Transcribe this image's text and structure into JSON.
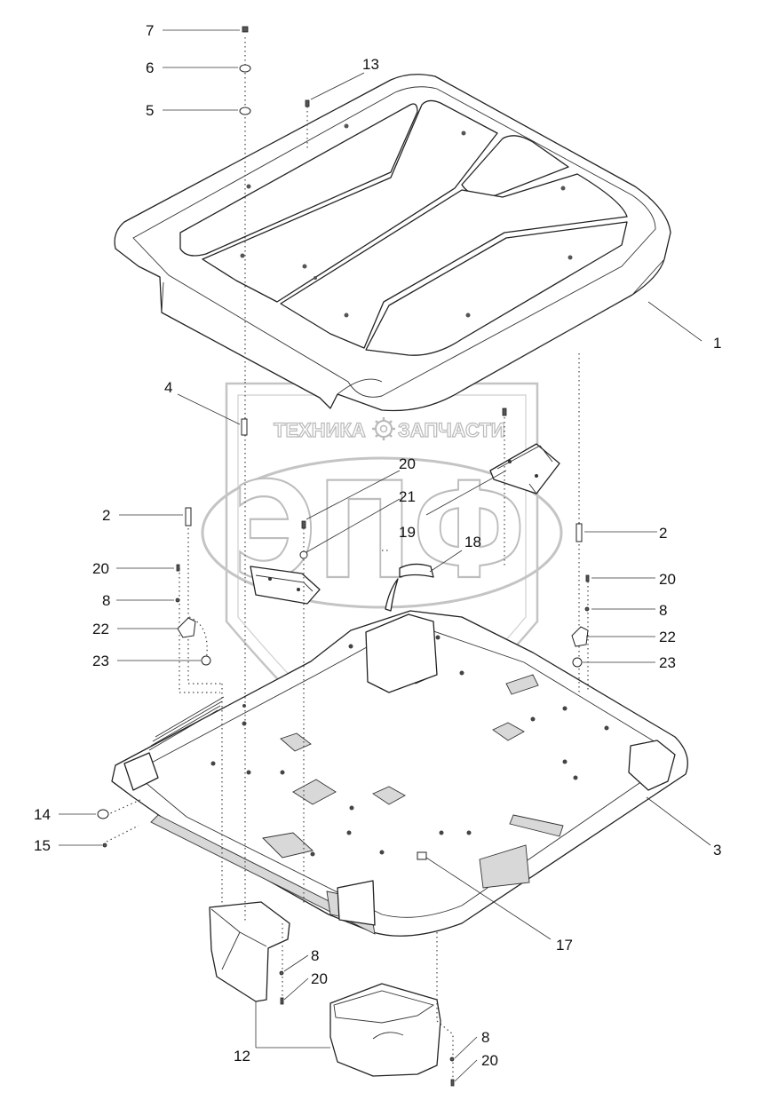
{
  "watermark": {
    "left_word": "ТЕХНИКА",
    "right_word": "ЗАПЧАСТИ",
    "logo_letters": "ЭПФ"
  },
  "callouts": [
    {
      "text": "7"
    },
    {
      "text": "6"
    },
    {
      "text": "13"
    },
    {
      "text": "5"
    },
    {
      "text": "1"
    },
    {
      "text": "4"
    },
    {
      "text": "20"
    },
    {
      "text": "21"
    },
    {
      "text": "2"
    },
    {
      "text": "19"
    },
    {
      "text": "2"
    },
    {
      "text": "18"
    },
    {
      "text": "20"
    },
    {
      "text": "20"
    },
    {
      "text": "8"
    },
    {
      "text": "8"
    },
    {
      "text": "22"
    },
    {
      "text": "22"
    },
    {
      "text": "23"
    },
    {
      "text": "23"
    },
    {
      "text": "14"
    },
    {
      "text": "3"
    },
    {
      "text": "15"
    },
    {
      "text": "17"
    },
    {
      "text": "8"
    },
    {
      "text": "20"
    },
    {
      "text": "8"
    },
    {
      "text": "12"
    },
    {
      "text": "20"
    }
  ],
  "colors": {
    "line": "#222222",
    "watermark": "#bdbdbd",
    "background": "#ffffff"
  }
}
